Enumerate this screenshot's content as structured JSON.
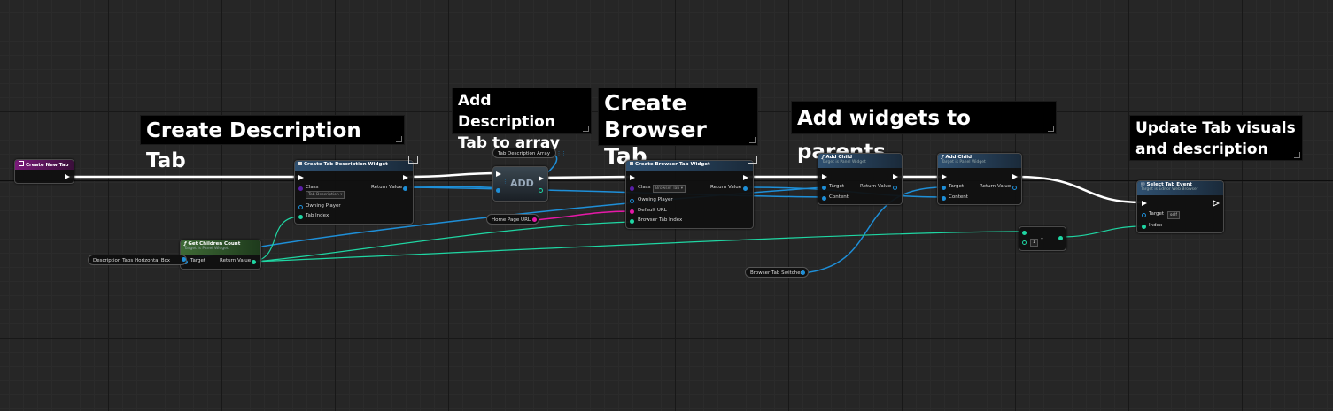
{
  "comments": {
    "create_description_tab": "Create Description Tab",
    "add_description_tab_to_array": "Add Description Tab to array",
    "create_browser_tab": "Create Browser Tab",
    "add_widgets_to_parents": "Add widgets to parents",
    "update_tab_visuals": "Update Tab visuals and description"
  },
  "nodes": {
    "create_new_tab": {
      "title": "Create New Tab"
    },
    "create_tab_description_widget": {
      "title": "Create Tab Description Widget",
      "class_label": "Class",
      "class_value": "Tab Description",
      "return_label": "Return Value",
      "owning_player": "Owning Player",
      "tab_index": "Tab Index"
    },
    "tab_description_array": {
      "title": "Tab Description Array"
    },
    "add": {
      "title": "ADD"
    },
    "create_browser_tab_widget": {
      "title": "Create Browser Tab Widget",
      "class_label": "Class",
      "class_value": "Browser Tab",
      "return_label": "Return Value",
      "owning_player": "Owning Player",
      "default_url": "Default URL",
      "browser_tab_index": "Browser Tab Index"
    },
    "home_page_url": {
      "title": "Home Page URL"
    },
    "add_child_1": {
      "title": "Add Child",
      "subtitle": "Target is Panel Widget",
      "target": "Target",
      "return_label": "Return Value",
      "content": "Content"
    },
    "add_child_2": {
      "title": "Add Child",
      "subtitle": "Target is Panel Widget",
      "target": "Target",
      "return_label": "Return Value",
      "content": "Content"
    },
    "select_tab_event": {
      "title": "Select Tab Event",
      "subtitle": "Target is Editor Web Browser",
      "target": "Target",
      "self_value": "self",
      "index": "Index"
    },
    "get_children_count": {
      "title": "Get Children Count",
      "subtitle": "Target is Panel Widget",
      "target": "Target",
      "return_label": "Return Value"
    },
    "description_tabs_horizontal_box": {
      "title": "Description Tabs Horizontal Box"
    },
    "browser_tab_switcher": {
      "title": "Browser Tab Switcher"
    },
    "subtract": {
      "value": "1",
      "operator": "-"
    }
  },
  "colors": {
    "exec": "#ffffff",
    "object": "#1e8fd8",
    "int": "#1fd6a3",
    "string": "#e619a8",
    "class": "#5a1fa8",
    "custom_event_header": "#7a1a7a",
    "function_header": "#27486a",
    "pure_header": "#3e6a36"
  }
}
